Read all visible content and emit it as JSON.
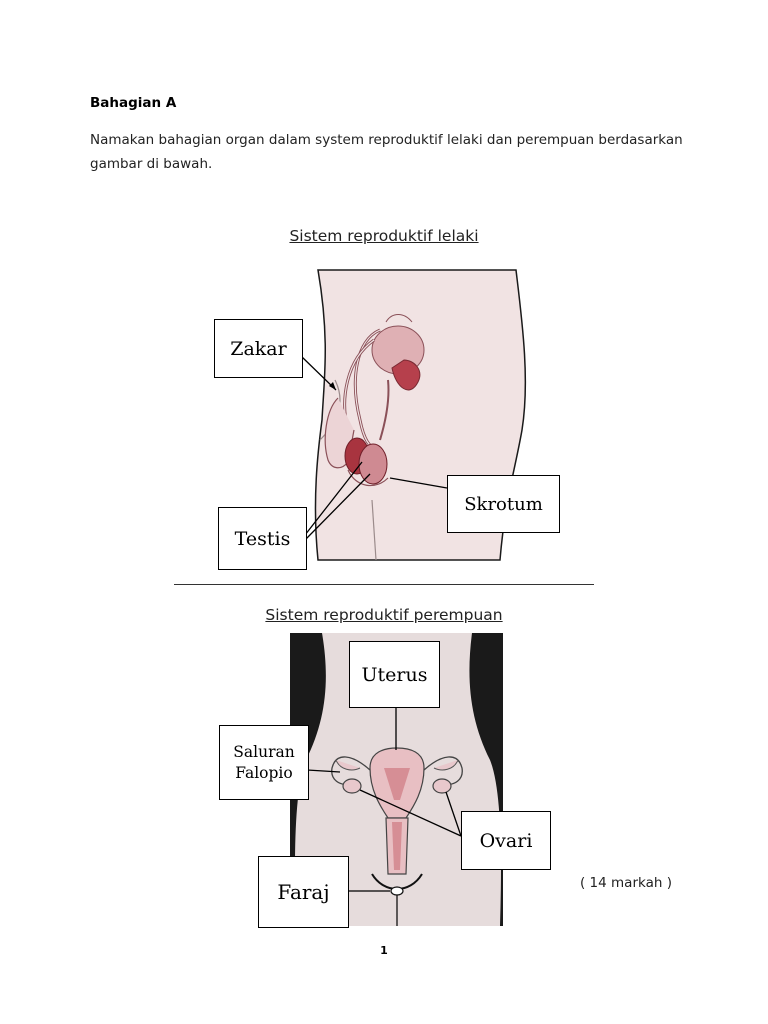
{
  "section_heading": "Bahagian A",
  "instruction": "Namakan bahagian organ dalam system reproduktif lelaki dan perempuan berdasarkan gambar di bawah.",
  "male_diagram": {
    "title": "Sistem reproduktif lelaki",
    "labels": {
      "zakar": "Zakar",
      "testis": "Testis",
      "skrotum": "Skrotum"
    }
  },
  "female_diagram": {
    "title": "Sistem reproduktif perempuan",
    "labels": {
      "uterus": "Uterus",
      "saluran_line1": "Saluran",
      "saluran_line2": "Falopio",
      "ovari": "Ovari",
      "faraj": "Faraj"
    }
  },
  "marks": "( 14 markah )",
  "page_number": "1",
  "colors": {
    "skin": "#f1e3e3",
    "organ": "#d9a0a5",
    "organ_dark": "#a8343f",
    "frame": "#1a1a1a"
  }
}
